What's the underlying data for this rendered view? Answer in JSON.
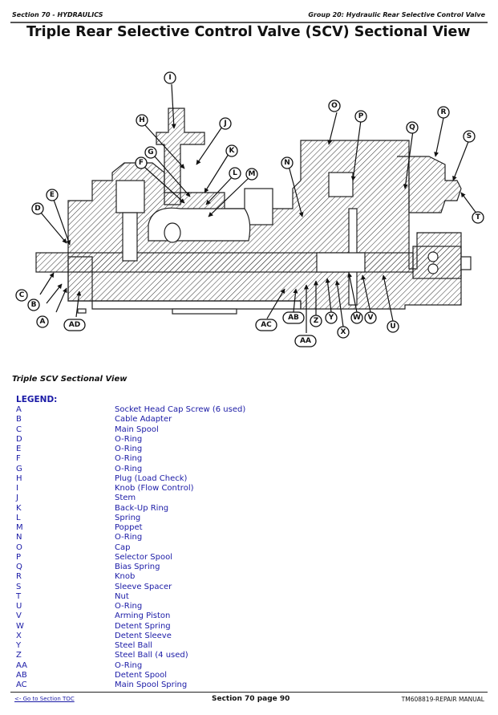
{
  "header": {
    "section": "Section 70 - HYDRAULICS",
    "group": "Group 20: Hydraulic Rear Selective Control Valve"
  },
  "title": "Triple Rear Selective Control Valve (SCV) Sectional View",
  "figure": {
    "caption": "Triple SCV Sectional View",
    "callouts": [
      "A",
      "B",
      "C",
      "D",
      "E",
      "F",
      "G",
      "H",
      "I",
      "J",
      "K",
      "L",
      "M",
      "N",
      "O",
      "P",
      "Q",
      "R",
      "S",
      "T",
      "U",
      "V",
      "W",
      "X",
      "Y",
      "Z",
      "AA",
      "AB",
      "AC",
      "AD"
    ]
  },
  "legend": {
    "heading": "LEGEND:",
    "items": [
      {
        "key": "A",
        "label": "Socket Head Cap Screw (6 used)"
      },
      {
        "key": "B",
        "label": "Cable Adapter"
      },
      {
        "key": "C",
        "label": "Main Spool"
      },
      {
        "key": "D",
        "label": "O-Ring"
      },
      {
        "key": "E",
        "label": "O-Ring"
      },
      {
        "key": "F",
        "label": "O-Ring"
      },
      {
        "key": "G",
        "label": "O-Ring"
      },
      {
        "key": "H",
        "label": "Plug (Load Check)"
      },
      {
        "key": "I",
        "label": "Knob (Flow Control)"
      },
      {
        "key": "J",
        "label": "Stem"
      },
      {
        "key": "K",
        "label": "Back-Up Ring"
      },
      {
        "key": "L",
        "label": "Spring"
      },
      {
        "key": "M",
        "label": "Poppet"
      },
      {
        "key": "N",
        "label": "O-Ring"
      },
      {
        "key": "O",
        "label": "Cap"
      },
      {
        "key": "P",
        "label": "Selector Spool"
      },
      {
        "key": "Q",
        "label": "Bias Spring"
      },
      {
        "key": "R",
        "label": "Knob"
      },
      {
        "key": "S",
        "label": "Sleeve Spacer"
      },
      {
        "key": "T",
        "label": "Nut"
      },
      {
        "key": "U",
        "label": "O-Ring"
      },
      {
        "key": "V",
        "label": "Arming Piston"
      },
      {
        "key": "W",
        "label": "Detent Spring"
      },
      {
        "key": "X",
        "label": "Detent Sleeve"
      },
      {
        "key": "Y",
        "label": "Steel Ball"
      },
      {
        "key": "Z",
        "label": "Steel Ball (4 used)"
      },
      {
        "key": "AA",
        "label": "O-Ring"
      },
      {
        "key": "AB",
        "label": "Detent Spool"
      },
      {
        "key": "AC",
        "label": "Main Spool Spring"
      }
    ]
  },
  "footer": {
    "toc_link": "<- Go to Section TOC",
    "page": "Section 70 page 90",
    "manual": "TM608819-REPAIR MANUAL"
  }
}
